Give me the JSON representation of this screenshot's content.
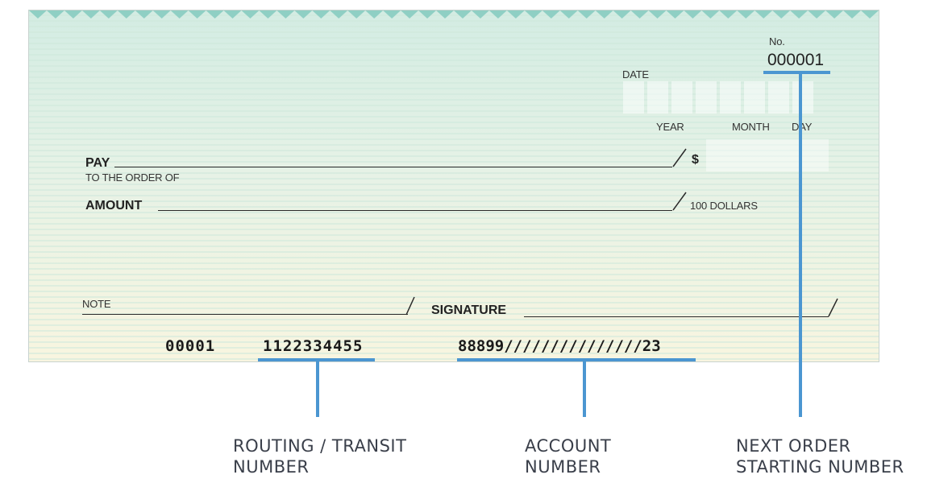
{
  "check": {
    "number_label": "No.",
    "number_value": "000001",
    "date_label": "DATE",
    "year_label": "YEAR",
    "month_label": "MONTH",
    "day_label": "DAY",
    "pay_label": "PAY",
    "order_of_label": "TO THE ORDER OF",
    "dollar_sign": "$",
    "amount_label": "AMOUNT",
    "dollars_label": "100 DOLLARS",
    "note_label": "NOTE",
    "signature_label": "SIGNATURE",
    "micr": {
      "check_no": "00001",
      "routing": "1122334455",
      "account": "88899///////////////23"
    }
  },
  "callouts": {
    "routing_line1": "ROUTING / TRANSIT",
    "routing_line2": "NUMBER",
    "account_line1": "ACCOUNT",
    "account_line2": "NUMBER",
    "next_line1": "NEXT ORDER",
    "next_line2": "STARTING NUMBER"
  },
  "colors": {
    "highlight": "#4b96d1",
    "check_top": "#d3ece3",
    "check_bottom": "#f8f5e0",
    "zigzag": "#8fcfc4"
  }
}
